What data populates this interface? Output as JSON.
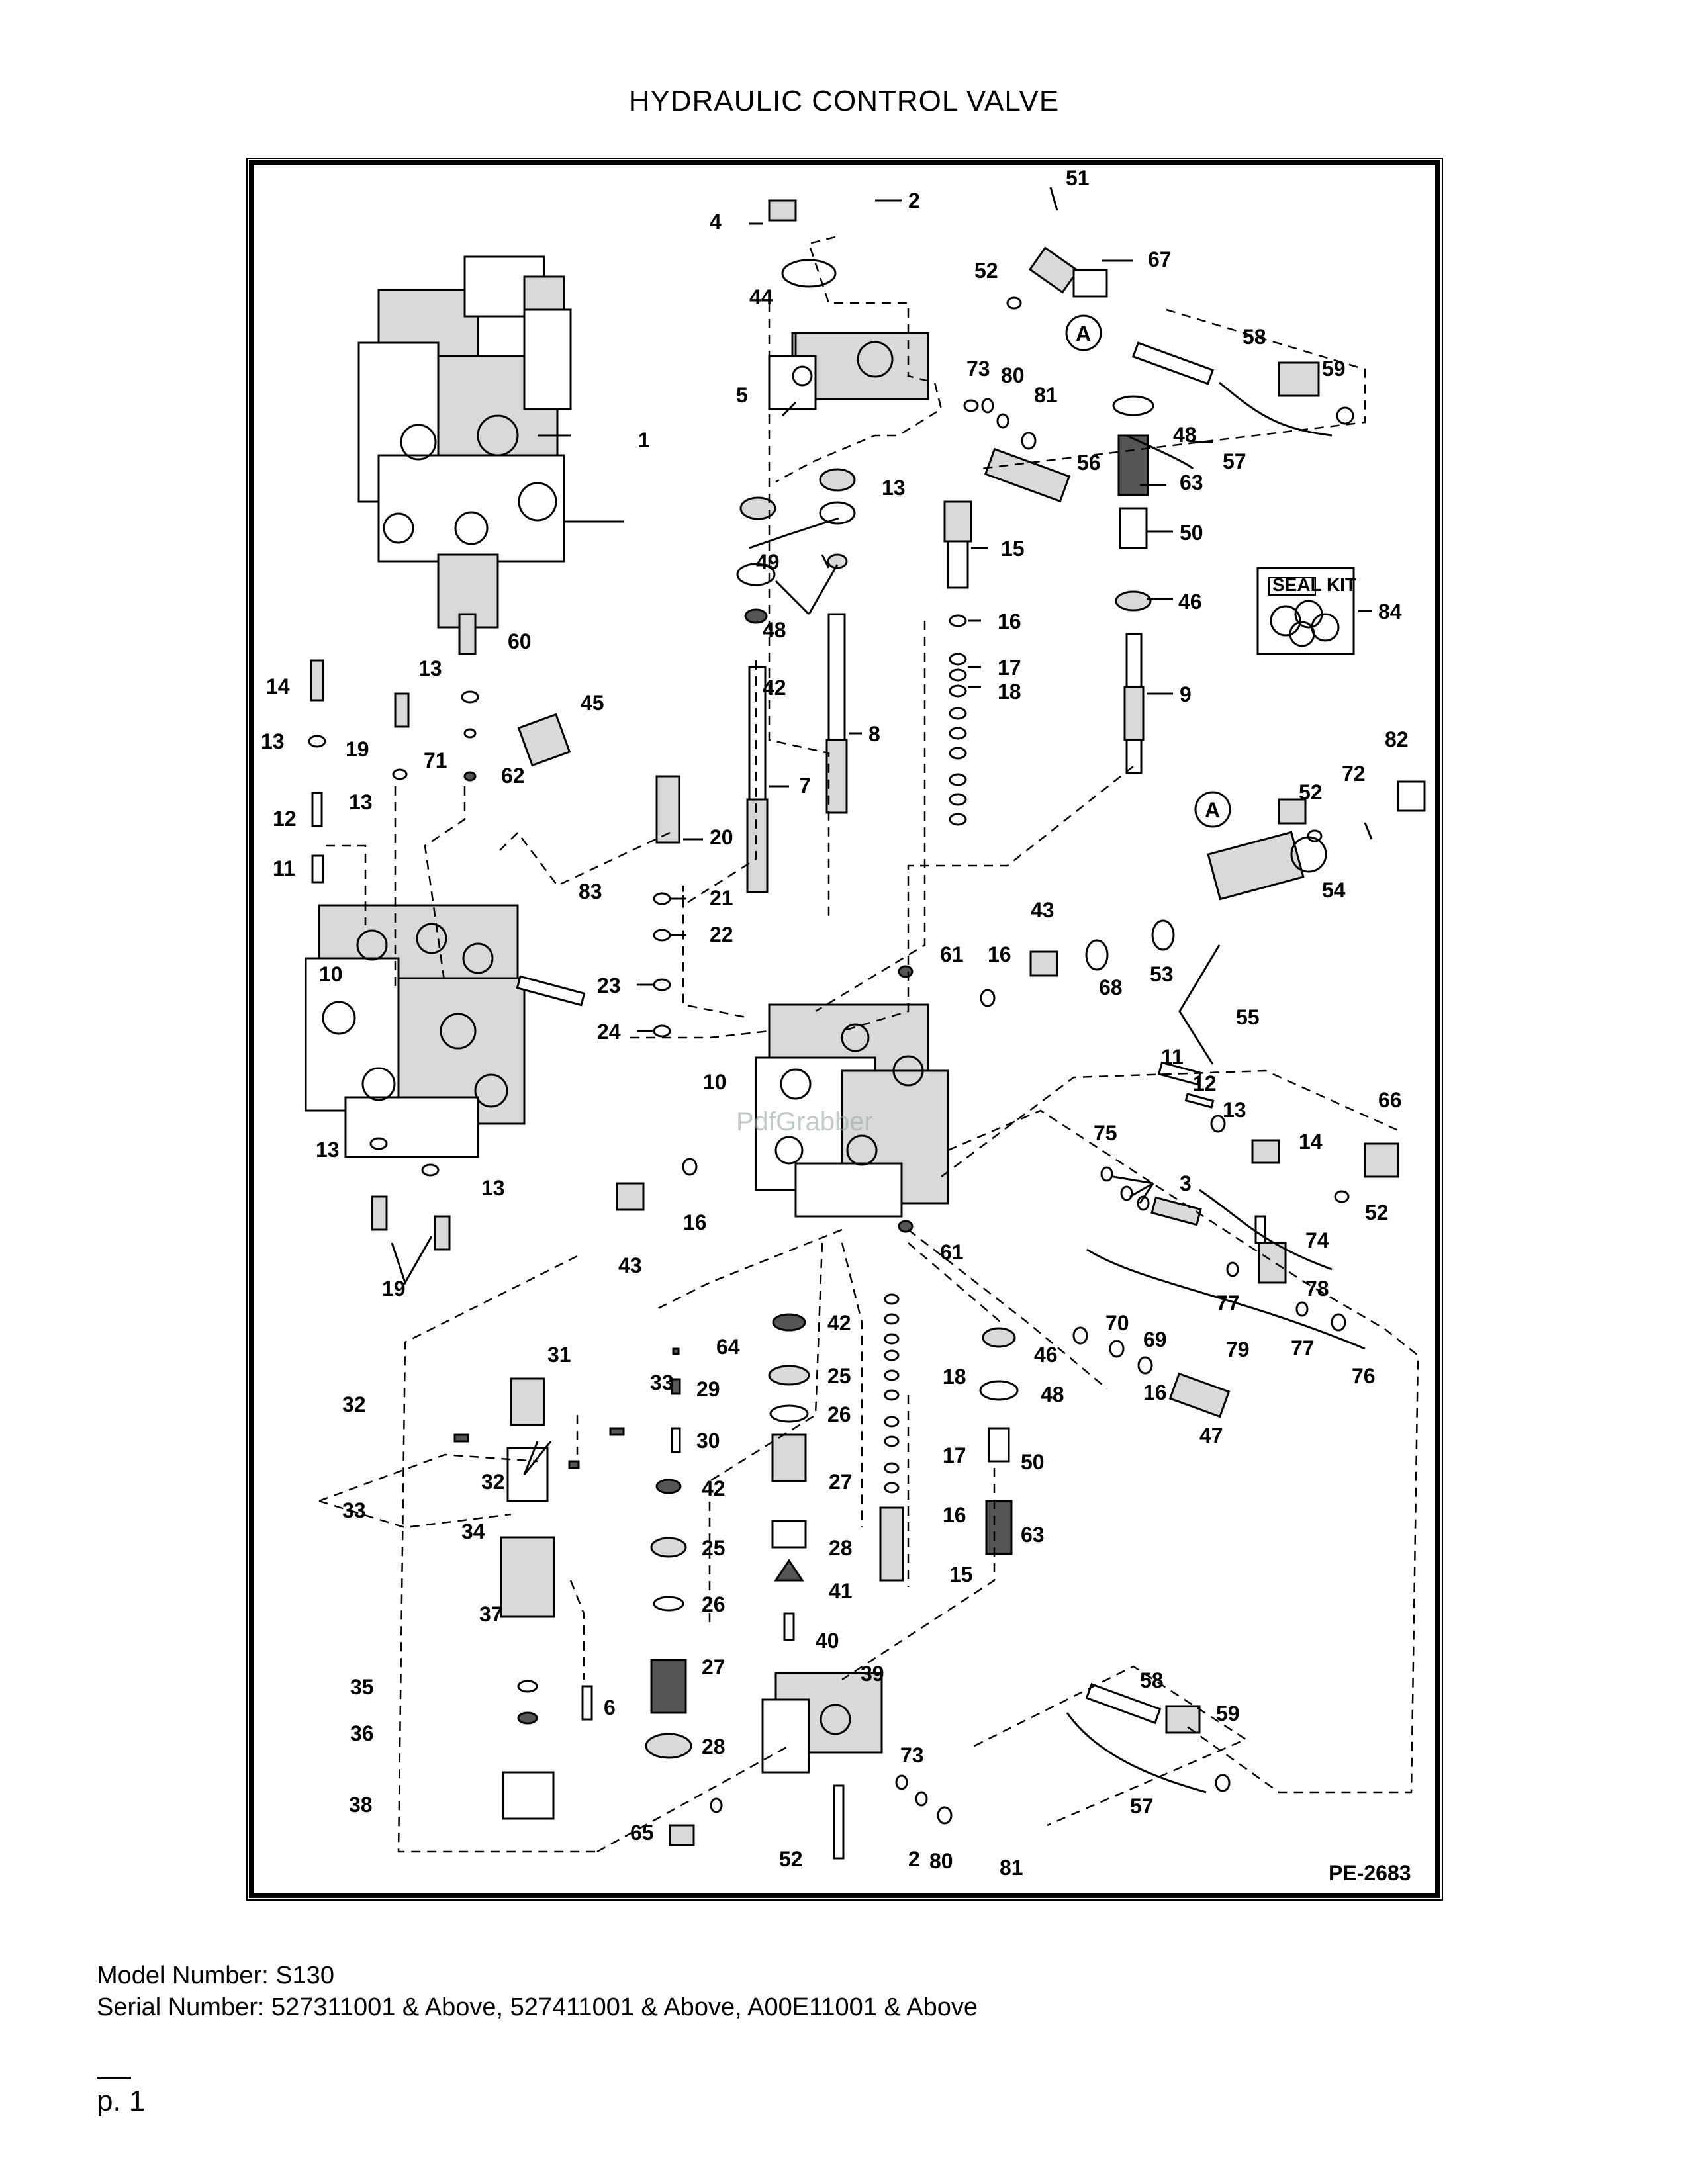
{
  "page_title": "HYDRAULIC CONTROL VALVE",
  "diagram": {
    "reference": "PE-2683",
    "seal_kit_label": "SEAL KIT",
    "watermark": "PdfGrabber",
    "circle_ref": "A",
    "callouts": [
      "1",
      "2",
      "3",
      "4",
      "5",
      "6",
      "7",
      "8",
      "9",
      "10",
      "11",
      "12",
      "13",
      "14",
      "15",
      "16",
      "17",
      "18",
      "19",
      "20",
      "21",
      "22",
      "23",
      "24",
      "25",
      "26",
      "27",
      "28",
      "29",
      "30",
      "31",
      "32",
      "33",
      "34",
      "35",
      "36",
      "37",
      "38",
      "39",
      "40",
      "41",
      "42",
      "43",
      "44",
      "45",
      "46",
      "47",
      "48",
      "49",
      "50",
      "51",
      "52",
      "53",
      "54",
      "55",
      "56",
      "57",
      "58",
      "59",
      "60",
      "61",
      "62",
      "63",
      "64",
      "65",
      "66",
      "67",
      "68",
      "69",
      "70",
      "71",
      "72",
      "73",
      "74",
      "75",
      "76",
      "77",
      "78",
      "79",
      "80",
      "81",
      "82",
      "83",
      "84"
    ]
  },
  "footer": {
    "model": "Model Number: S130",
    "serial": "Serial Number: 527311001 & Above, 527411001 & Above, A00E11001 & Above",
    "page": "p. 1"
  }
}
